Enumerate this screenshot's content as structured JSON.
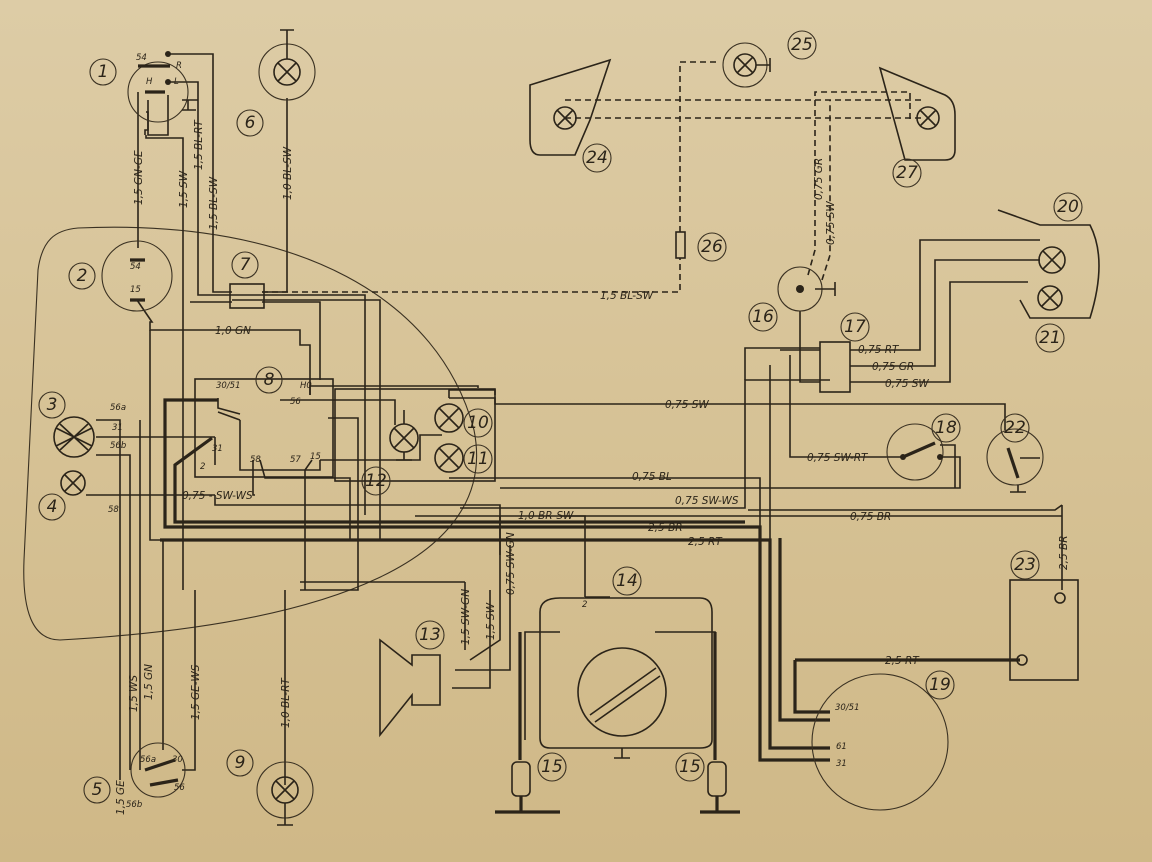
{
  "diagram": {
    "title": "Motorcycle wiring diagram",
    "numbers": [
      "1",
      "2",
      "3",
      "4",
      "5",
      "6",
      "7",
      "8",
      "9",
      "10",
      "11",
      "12",
      "13",
      "14",
      "15",
      "16",
      "17",
      "18",
      "19",
      "20",
      "21",
      "22",
      "23",
      "24",
      "25",
      "26",
      "27"
    ],
    "wires": {
      "w_gn_ge": "1,5 GN-GE",
      "w_sw_top": "1,5 SW",
      "w_bl_rt_top": "1,5 BL-RT",
      "w_bl_sw_top": "1,5 BL-SW",
      "w_bl_sw_lamp6": "1,0 BL-SW",
      "w_gn": "1,0 GN",
      "w_bl_sw_dash": "1,5 BL-SW",
      "w_gr_dash": "0,75 GR",
      "w_sw_dash": "0,75 SW",
      "w_rt_17": "0,75 RT",
      "w_gr_17": "0,75 GR",
      "w_sw_17": "0,75 SW",
      "w_sw_22": "0,75 SW",
      "w_sw_rt": "0,75 SW-RT",
      "w_bl": "0,75 BL",
      "w_sw_ws": "0,75 SW-WS",
      "w_br": "0,75 BR",
      "w_br_sw": "1,0 BR-SW",
      "w_br_thick": "2,5 BR",
      "w_rt_thick": "2,5 RT",
      "w_sw_ws_left": "0,75 - SW-WS",
      "w_sw_gn_horn": "1,5 SW-GN",
      "w_sw_horn": "1,5 SW",
      "w_sw_gn_thin": "0,75 SW-GN",
      "w_rt_batt": "2,5 RT",
      "w_br_batt": "2,5 BR",
      "w_bl_rt_lamp9": "1,0 BL-RT",
      "w_ge": "1,5 GE",
      "w_ws": "1,5 WS",
      "w_gn_low": "1,5 GN",
      "w_ge_ws": "1,5 GE-WS"
    },
    "terminals": {
      "s1_54": "54",
      "s1_r": "R",
      "s1_h": "H",
      "s1_l": "L",
      "s2_54": "54",
      "s2_15": "15",
      "l3_56a": "56a",
      "l3_31": "31",
      "l3_56b": "56b",
      "l4_58": "58",
      "b8_3051": "30/51",
      "b8_h0": "H0",
      "b8_56": "56",
      "b8_31": "31",
      "b8_2": "2",
      "b8_58": "58",
      "b8_57": "57",
      "b8_15": "15",
      "g14_2": "2",
      "r19_3051": "30/51",
      "r19_61": "61",
      "r19_31": "31",
      "s5_56a": "56a",
      "s5_30": "30",
      "s5_56": "56",
      "s5_56b": "56b"
    }
  }
}
